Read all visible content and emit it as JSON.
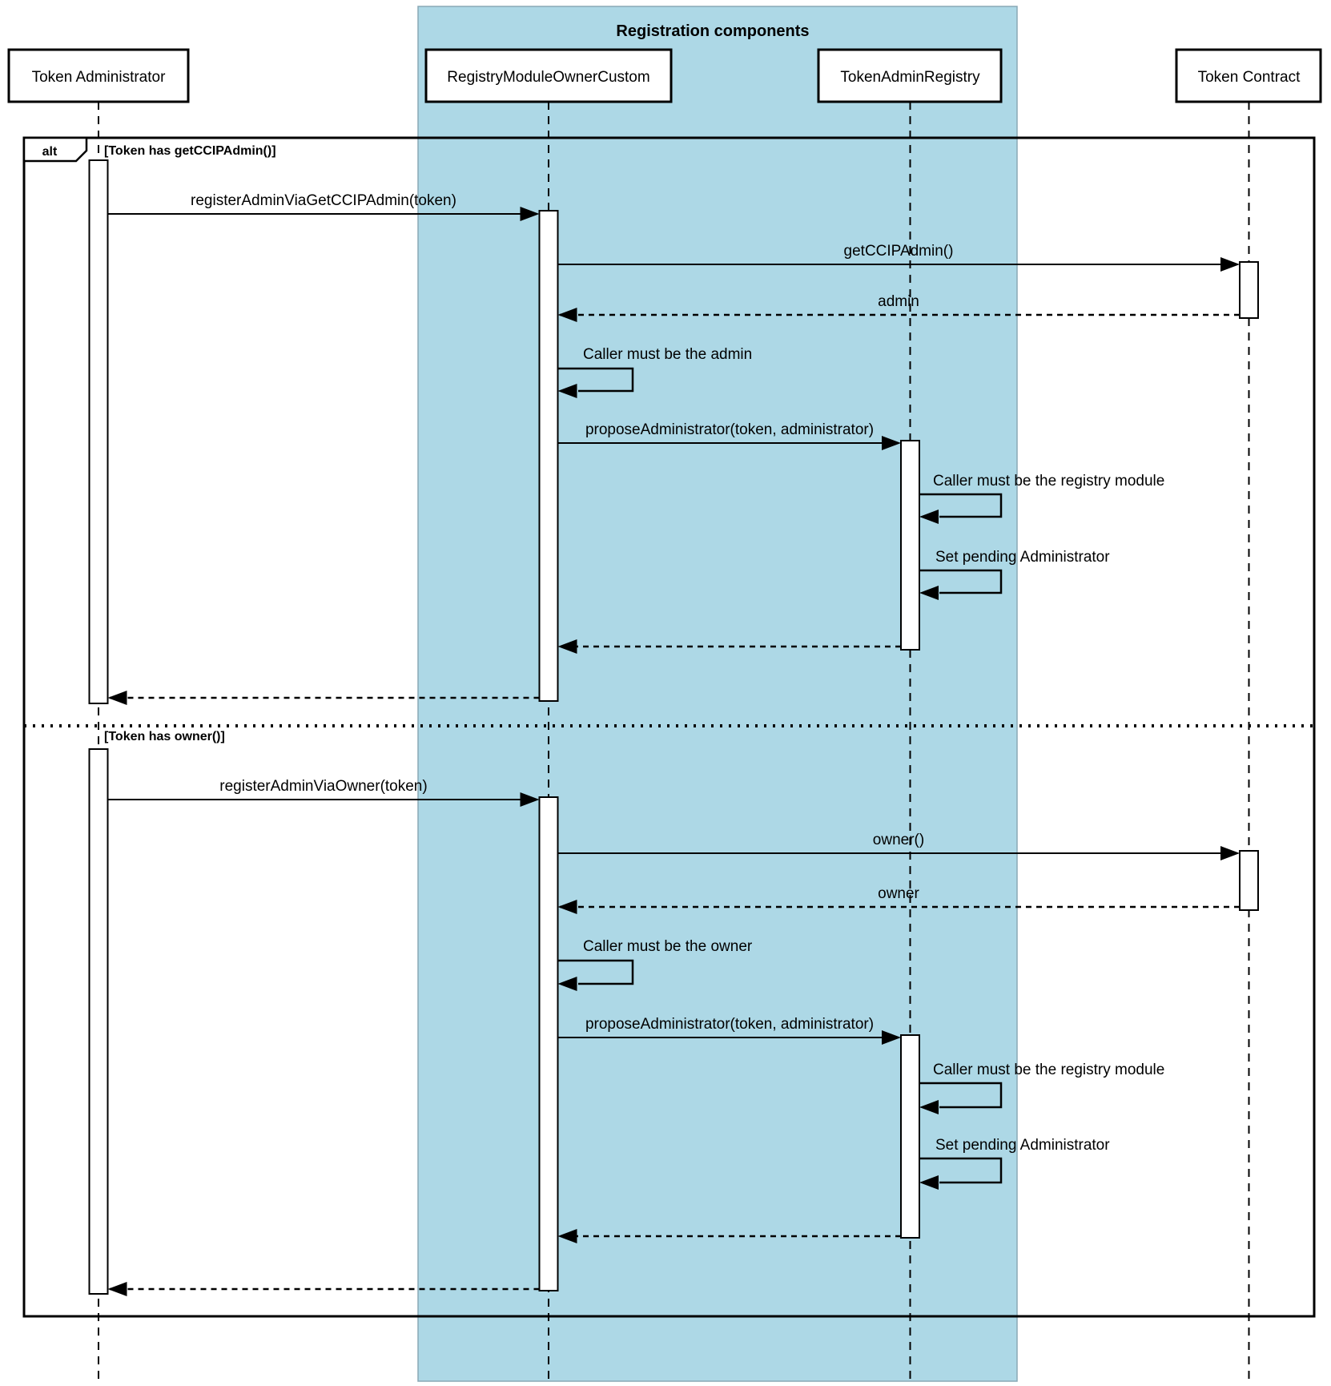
{
  "diagram": {
    "group": {
      "title": "Registration components",
      "highlight_color": "#ADD8E6"
    },
    "participants": [
      {
        "name": "Token Administrator"
      },
      {
        "name": "RegistryModuleOwnerCustom"
      },
      {
        "name": "TokenAdminRegistry"
      },
      {
        "name": "Token Contract"
      }
    ],
    "alt": {
      "operator": "alt",
      "sections": [
        {
          "condition": "[Token has getCCIPAdmin()]",
          "messages": [
            "registerAdminViaGetCCIPAdmin(token)",
            "getCCIPAdmin()",
            "admin",
            "Caller must be the admin",
            "proposeAdministrator(token, administrator)",
            "Caller must be the registry module",
            "Set pending Administrator"
          ]
        },
        {
          "condition": "[Token has owner()]",
          "messages": [
            "registerAdminViaOwner(token)",
            "owner()",
            "owner",
            "Caller must be the owner",
            "proposeAdministrator(token, administrator)",
            "Caller must be the registry module",
            "Set pending Administrator"
          ]
        }
      ]
    },
    "colors": {
      "stroke": "#000000",
      "background": "#FFFFFF",
      "highlight": "#ADD8E6"
    }
  }
}
